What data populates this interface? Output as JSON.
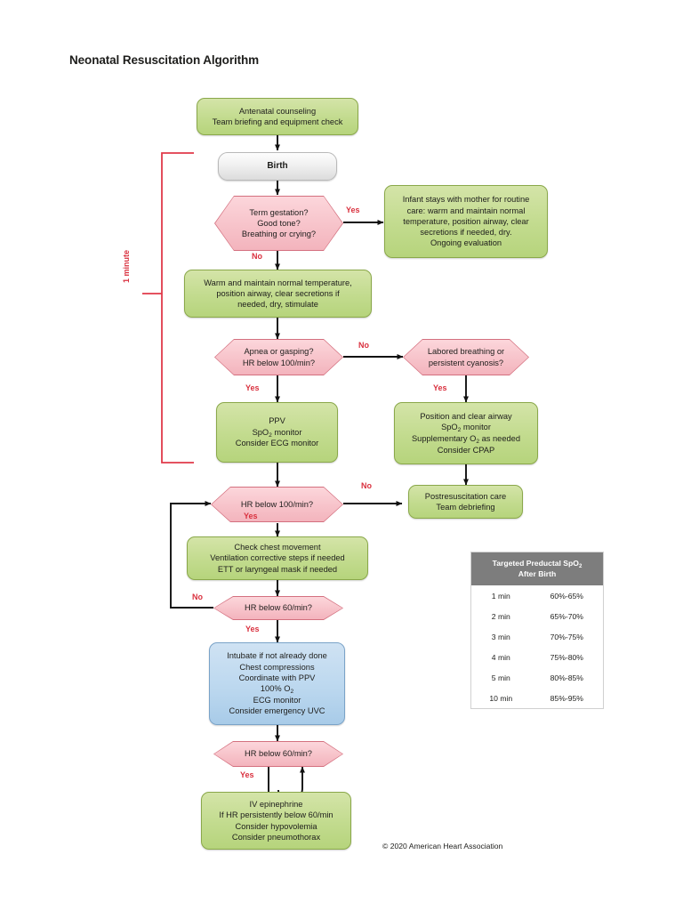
{
  "title": "Neonatal Resuscitation Algorithm",
  "copyright": "© 2020 American Heart Association",
  "bracket": {
    "label": "1 minute"
  },
  "colors": {
    "process_green": "#c2db8e",
    "process_blue": "#bcd8ef",
    "decision_pink": "#f7c3ca",
    "terminator_gray": "#f0f0f0",
    "edge_label_red": "#d9303e",
    "table_header_gray": "#7d7d7d"
  },
  "nodes": {
    "antenatal": {
      "type": "process",
      "lines": [
        "Antenatal counseling",
        "Team briefing and equipment check"
      ]
    },
    "birth": {
      "type": "terminator",
      "lines": [
        "Birth"
      ]
    },
    "term_gestation": {
      "type": "decision",
      "lines": [
        "Term gestation?",
        "Good tone?",
        "Breathing or crying?"
      ]
    },
    "stays_with_mother": {
      "type": "process",
      "lines": [
        "Infant stays with mother for routine",
        "care: warm and maintain normal",
        "temperature, position airway, clear",
        "secretions if needed, dry.",
        "Ongoing evaluation"
      ]
    },
    "warm_maintain": {
      "type": "process",
      "lines": [
        "Warm and maintain normal temperature,",
        "position airway, clear secretions if",
        "needed, dry, stimulate"
      ]
    },
    "apnea_gasping": {
      "type": "decision",
      "lines": [
        "Apnea or gasping?",
        "HR below 100/min?"
      ]
    },
    "labored_breathing": {
      "type": "decision",
      "lines": [
        "Labored breathing or",
        "persistent cyanosis?"
      ]
    },
    "ppv": {
      "type": "process",
      "lines": [
        "PPV",
        "SpO<sub>2</sub> monitor",
        "Consider ECG monitor"
      ]
    },
    "position_clear": {
      "type": "process",
      "lines": [
        "Position and clear airway",
        "SpO<sub>2</sub> monitor",
        "Supplementary O<sub>2</sub> as needed",
        "Consider CPAP"
      ]
    },
    "hr_100": {
      "type": "decision",
      "lines": [
        "HR below 100/min?"
      ]
    },
    "postresuscitation": {
      "type": "process",
      "lines": [
        "Postresuscitation care",
        "Team debriefing"
      ]
    },
    "check_chest": {
      "type": "process",
      "lines": [
        "Check chest movement",
        "Ventilation corrective steps if needed",
        "ETT or laryngeal mask if needed"
      ]
    },
    "hr_60_a": {
      "type": "decision",
      "lines": [
        "HR below 60/min?"
      ]
    },
    "intubate": {
      "type": "process-blue",
      "lines": [
        "Intubate if not already done",
        "Chest compressions",
        "Coordinate with PPV",
        "100% O<sub>2</sub>",
        "ECG monitor",
        "Consider emergency UVC"
      ]
    },
    "hr_60_b": {
      "type": "decision",
      "lines": [
        "HR below 60/min?"
      ]
    },
    "epinephrine": {
      "type": "process",
      "lines": [
        "IV epinephrine",
        "If HR persistently below 60/min",
        "Consider hypovolemia",
        "Consider pneumothorax"
      ]
    }
  },
  "edge_labels": {
    "term_yes": "Yes",
    "term_no": "No",
    "apnea_no": "No",
    "apnea_yes": "Yes",
    "labored_yes": "Yes",
    "hr100_no": "No",
    "hr100_yes": "Yes",
    "hr60a_no": "No",
    "hr60a_yes": "Yes",
    "hr60b_yes": "Yes"
  },
  "spo2_table": {
    "header": [
      "Targeted Preductal SpO<sub>2</sub>",
      "After Birth"
    ],
    "rows": [
      {
        "time": "1 min",
        "range": "60%-65%"
      },
      {
        "time": "2 min",
        "range": "65%-70%"
      },
      {
        "time": "3 min",
        "range": "70%-75%"
      },
      {
        "time": "4 min",
        "range": "75%-80%"
      },
      {
        "time": "5 min",
        "range": "80%-85%"
      },
      {
        "time": "10 min",
        "range": "85%-95%"
      }
    ]
  }
}
